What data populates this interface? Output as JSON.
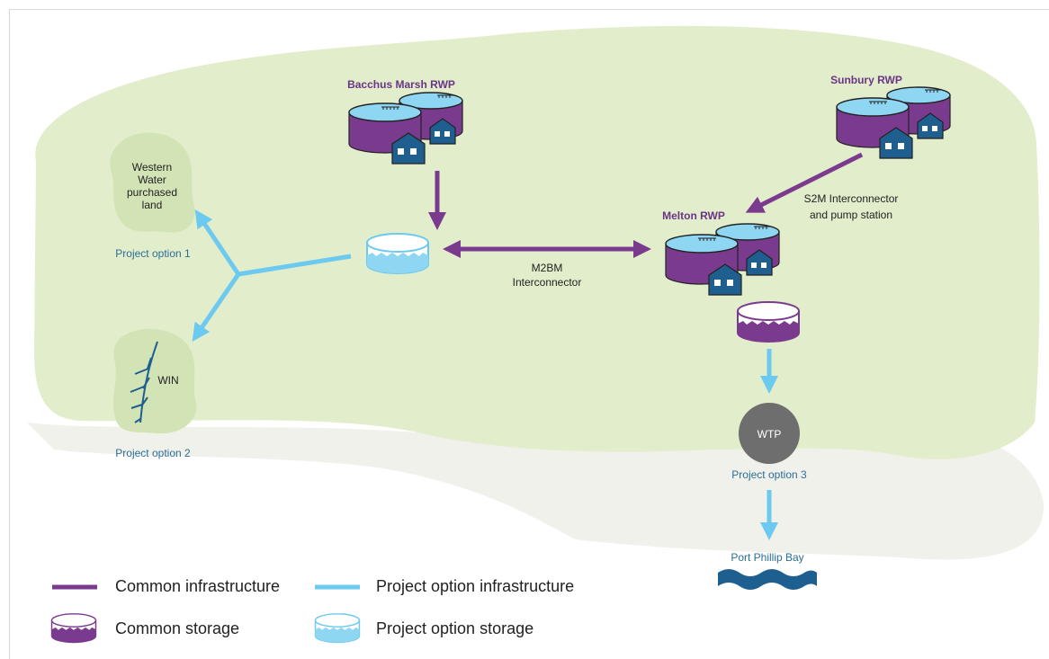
{
  "colors": {
    "common": "#7a3b8f",
    "option": "#6cc9ef",
    "land": "#e2edcb",
    "land_dark": "#d2e3b5",
    "shadow": "#f1f1ec",
    "tank_water": "#8fd6f2",
    "building": "#1f5f8f",
    "label_purple": "#6b3585",
    "label_blue": "#2a6f97",
    "wtp": "#6e6e6e",
    "bay": "#1f5f8f"
  },
  "facilities": {
    "bacchus": "Bacchus Marsh RWP",
    "sunbury": "Sunbury RWP",
    "melton": "Melton RWP",
    "wtp": "WTP"
  },
  "areas": {
    "western_water_lines": [
      "Western",
      "Water",
      "purchased",
      "land"
    ],
    "win": "WIN"
  },
  "connections": {
    "m2bm_lines": [
      "M2BM",
      "Interconnector"
    ],
    "s2m_lines": [
      "S2M Interconnector",
      "and pump station"
    ]
  },
  "options": {
    "option1": "Project option 1",
    "option2": "Project option 2",
    "option3": "Project option 3"
  },
  "destination": "Port Phillip Bay",
  "legend": {
    "common_infrastructure": "Common infrastructure",
    "option_infrastructure": "Project option infrastructure",
    "common_storage": "Common storage",
    "option_storage": "Project option storage"
  }
}
